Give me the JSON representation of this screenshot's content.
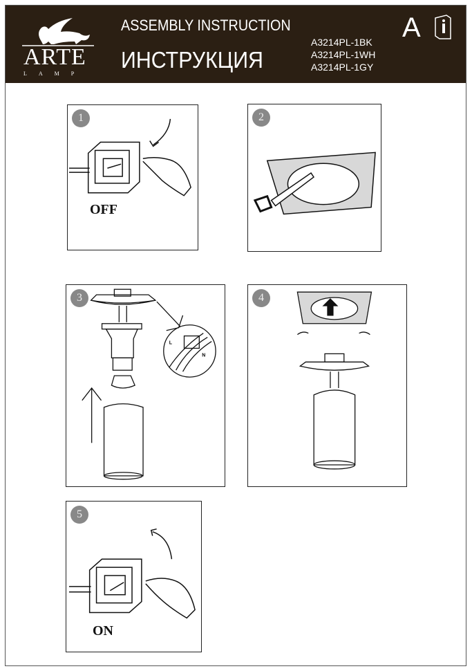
{
  "header": {
    "brand": "ARTE",
    "brand_sub": "LAMP",
    "title_en": "ASSEMBLY INSTRUCTION",
    "title_ru": "ИНСТРУКЦИЯ",
    "models": [
      "A3214PL-1BK",
      "A3214PL-1WH",
      "A3214PL-1GY"
    ],
    "letter": "A",
    "icon": "manual-book-icon"
  },
  "steps": [
    {
      "number": "1",
      "label": "OFF"
    },
    {
      "number": "2"
    },
    {
      "number": "3",
      "wire_labels": [
        "L",
        "N"
      ]
    },
    {
      "number": "4"
    },
    {
      "number": "5",
      "label": "ON"
    }
  ],
  "colors": {
    "header_bg": "#2b1f13",
    "badge": "#888888"
  }
}
